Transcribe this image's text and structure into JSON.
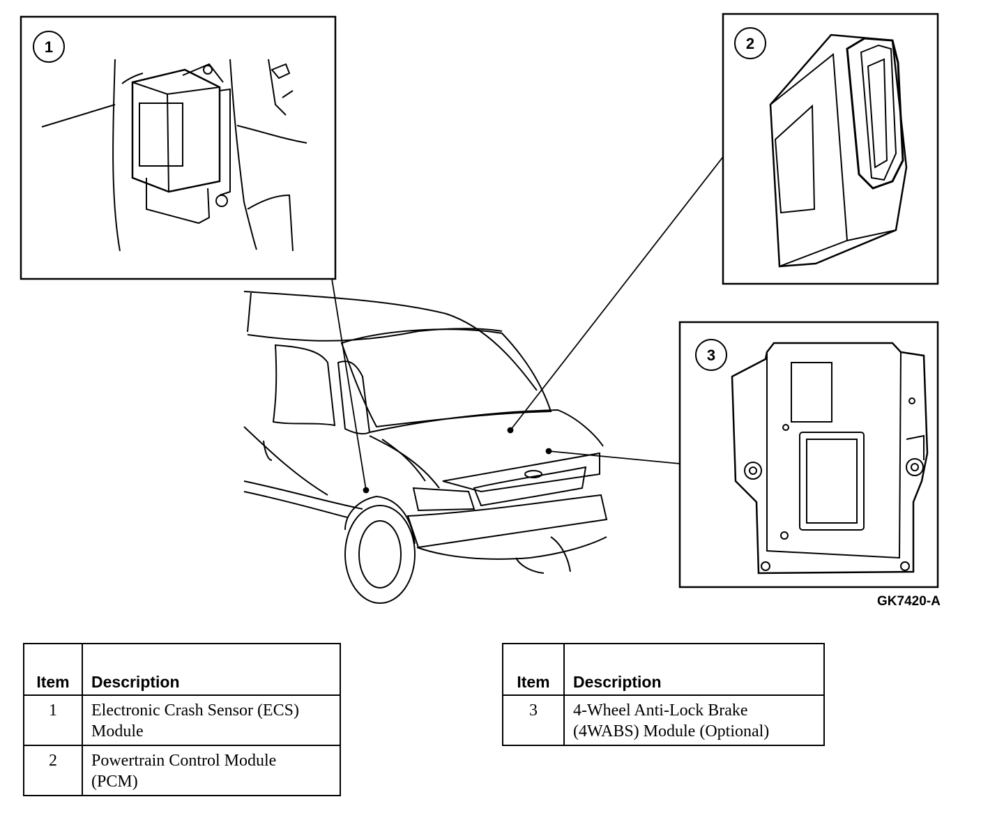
{
  "callouts": [
    "1",
    "2",
    "3"
  ],
  "figure_code": "GK7420-A",
  "legend_tables": [
    {
      "headers": {
        "item": "Item",
        "description": "Description"
      },
      "rows": [
        {
          "item": "1",
          "line1": "Electronic Crash Sensor (ECS)",
          "line2": "Module"
        },
        {
          "item": "2",
          "line1": "Powertrain Control Module",
          "line2": "(PCM)"
        }
      ]
    },
    {
      "headers": {
        "item": "Item",
        "description": "Description"
      },
      "rows": [
        {
          "item": "3",
          "line1": "4-Wheel Anti-Lock Brake",
          "line2": "(4WABS) Module (Optional)"
        }
      ]
    }
  ]
}
